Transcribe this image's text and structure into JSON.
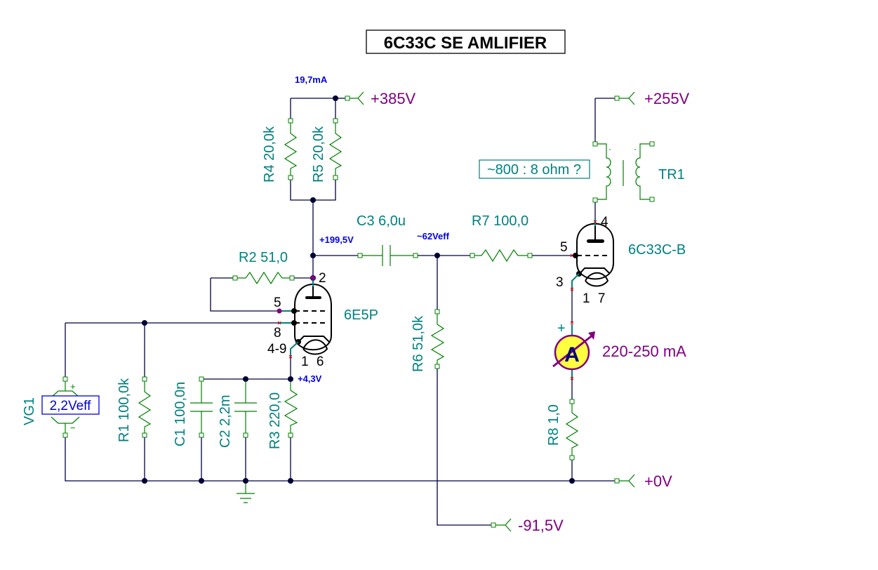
{
  "title": "6C33C SE AMLIFIER",
  "rails": {
    "b_plus_385": "+385V",
    "b_plus_255": "+255V",
    "ground_rail": "+0V",
    "bias_neg": "-91,5V"
  },
  "measurements": {
    "current_input_stage": "19,7mA",
    "anode_voltage": "+199,5V",
    "drive_signal": "~62Veff",
    "cathode_voltage": "+4,3V"
  },
  "components": {
    "R1": "R1 100,0k",
    "R2": "R2 51,0",
    "R3": "R3 220,0",
    "R4": "R4 20,0k",
    "R5": "R5 20,0k",
    "R6": "R6 51,0k",
    "R7": "R7 100,0",
    "R8": "R8 1,0",
    "C1": "C1 100,0n",
    "C2": "C2 2,2m",
    "C3": "C3 6,0u",
    "VG1": "VG1",
    "VG1_value": "2,2Veff",
    "TR1": "TR1",
    "TR1_note": "~800 : 8 ohm ?",
    "ammeter_symbol": "A",
    "ammeter_note": "220-250 mA",
    "ammeter_plus": "+"
  },
  "tubes": {
    "driver": {
      "name": "6E5P",
      "pins": {
        "anode": "2",
        "g2": "5",
        "g1": "8",
        "cathode": "4-9",
        "heater": "1 6"
      }
    },
    "output": {
      "name": "6C33C-B",
      "pins": {
        "anode": "4",
        "grid": "5",
        "cathode": "3",
        "heater": "1 7"
      }
    }
  },
  "source_signs": {
    "plus": "+",
    "minus": "−"
  },
  "colors": {
    "wire": "#000040",
    "component": "#008000",
    "label": "#008080",
    "measurement": "#0000e0",
    "rail": "#800080",
    "ammeter_fill": "#ffff40",
    "ammeter_stroke": "#800080"
  }
}
